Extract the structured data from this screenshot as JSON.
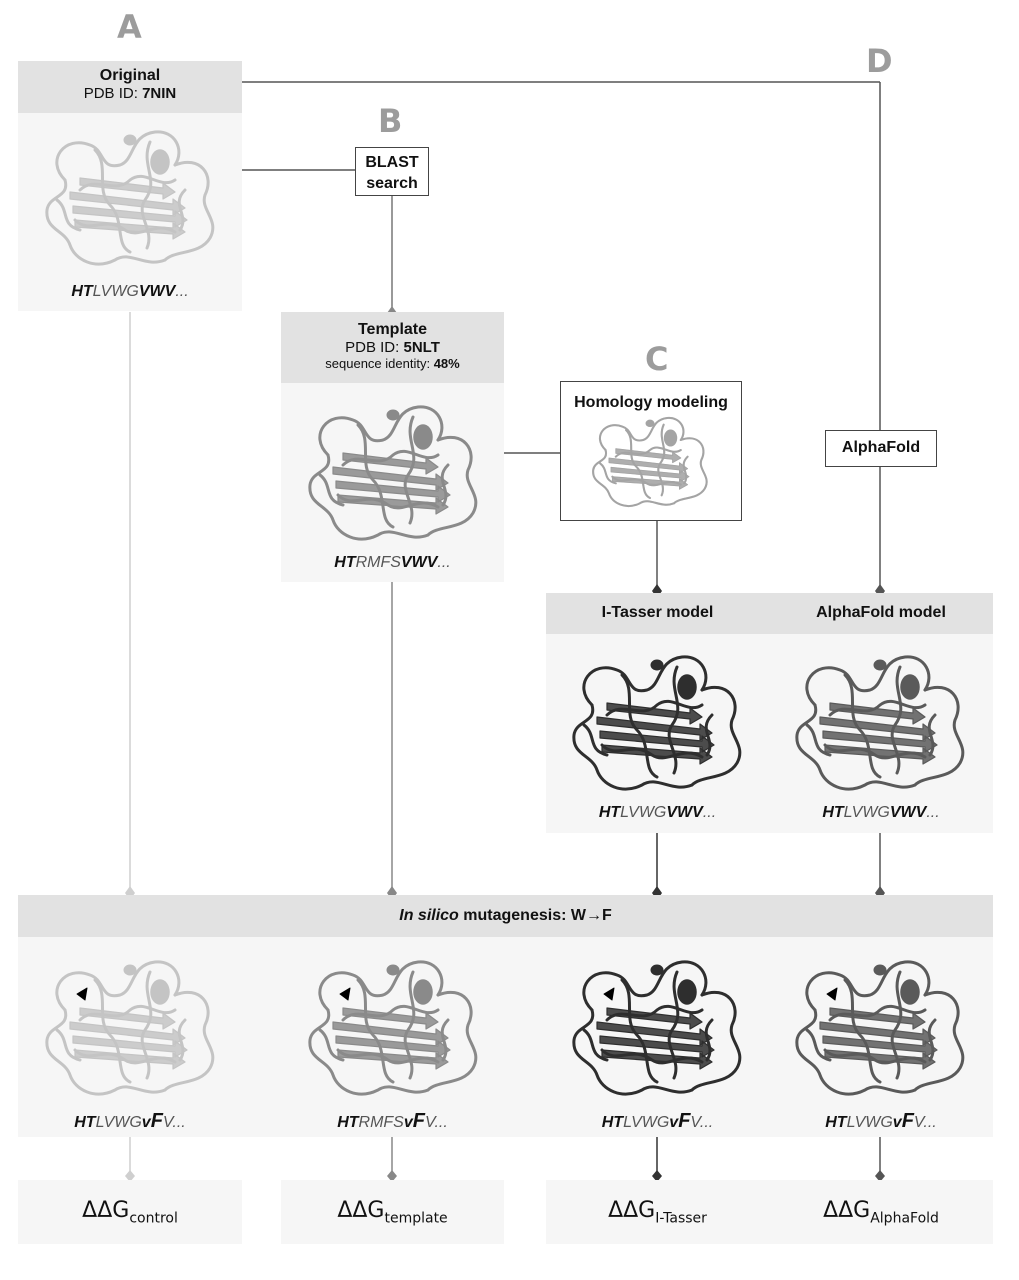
{
  "labels": {
    "A": "A",
    "B": "B",
    "C": "C",
    "D": "D"
  },
  "original": {
    "title": "Original",
    "pdb_prefix": "PDB ID: ",
    "pdb_id": "7NIN",
    "seq": {
      "bold1": "HT",
      "plain": "LVWG",
      "bold2": "VWV",
      "tail": "..."
    }
  },
  "blast": {
    "line1": "BLAST",
    "line2": "search"
  },
  "template": {
    "title": "Template",
    "pdb_prefix": "PDB ID: ",
    "pdb_id": "5NLT",
    "identity_prefix": "sequence identity: ",
    "identity_value": "48%",
    "seq": {
      "bold1": "HT",
      "plain": "RMFS",
      "bold2": "VWV",
      "tail": "..."
    }
  },
  "homology": {
    "label": "Homology modeling"
  },
  "alphafold_box": {
    "label": "AlphaFold"
  },
  "itasser_model": {
    "title": "I-Tasser model",
    "seq": {
      "bold1": "HT",
      "plain": "LVWG",
      "bold2": "VWV",
      "tail": "..."
    }
  },
  "alphafold_model": {
    "title": "AlphaFold model",
    "seq": {
      "bold1": "HT",
      "plain": "LVWG",
      "bold2": "VWV",
      "tail": "..."
    }
  },
  "mutagenesis": {
    "italic": "In silico",
    "text": " mutagenesis: W",
    "arrow": "→",
    "end": "F"
  },
  "mutants": [
    {
      "bold1": "HT",
      "plain": "LVWG",
      "v": "v",
      "F": "F",
      "V": "V",
      "tail": "..."
    },
    {
      "bold1": "HT",
      "plain": "RMFS",
      "v": "v",
      "F": "F",
      "V": "V",
      "tail": "..."
    },
    {
      "bold1": "HT",
      "plain": "LVWG",
      "v": "v",
      "F": "F",
      "V": "V",
      "tail": "..."
    },
    {
      "bold1": "HT",
      "plain": "LVWG",
      "v": "v",
      "F": "F",
      "V": "V",
      "tail": "..."
    }
  ],
  "ddg": [
    {
      "symbol": "ΔΔG",
      "sub": "control"
    },
    {
      "symbol": "ΔΔG",
      "sub": "template"
    },
    {
      "symbol": "ΔΔG",
      "sub": "I-Tasser"
    },
    {
      "symbol": "ΔΔG",
      "sub": "AlphaFold"
    }
  ],
  "colors": {
    "original": "#c4c4c4",
    "template": "#8a8a8a",
    "itasser": "#2e2e2e",
    "alphafold": "#5a5a5a",
    "panel": "#f6f6f6",
    "header": "#e2e2e2",
    "letter": "#9c9c9c"
  }
}
